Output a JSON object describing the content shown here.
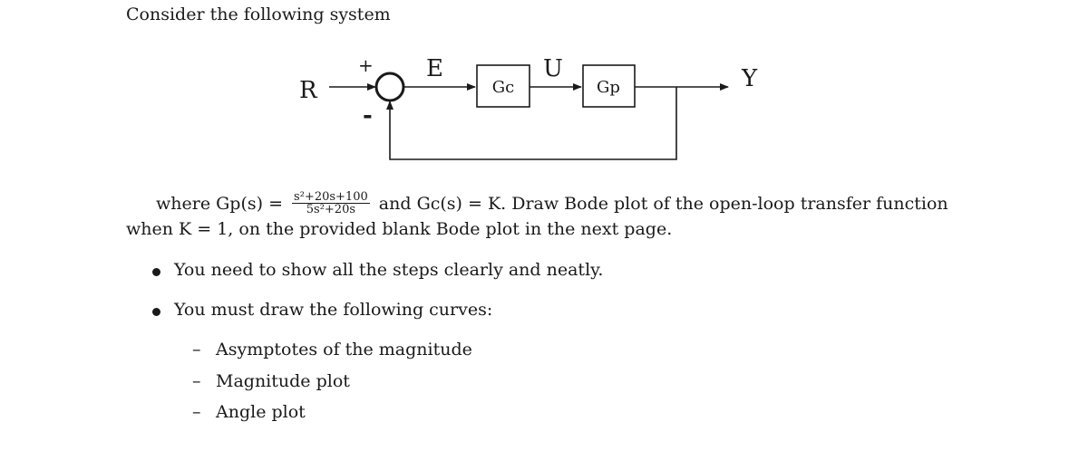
{
  "intro_text": "Consider the following system",
  "diagram": {
    "input_label": "R",
    "plus_sign": "+",
    "minus_sign": "-",
    "error_label": "E",
    "controller_label": "Gc",
    "control_label": "U",
    "plant_label": "Gp",
    "output_label": "Y"
  },
  "paragraph": {
    "line1_prefix": "where Gp(s) =",
    "fraction_numerator": "s²+20s+100",
    "fraction_denominator": "5s²+20s",
    "line1_suffix": "and Gc(s) = K. Draw Bode plot of the open-loop transfer function",
    "line2": "when K = 1, on the provided blank Bode plot in the next page."
  },
  "bullets": [
    "You need to show all the steps clearly and neatly.",
    "You must draw the following curves:"
  ],
  "sub_items": [
    "Asymptotes of the magnitude",
    "Magnitude plot",
    "Angle plot"
  ],
  "sub_item_marker": "–"
}
